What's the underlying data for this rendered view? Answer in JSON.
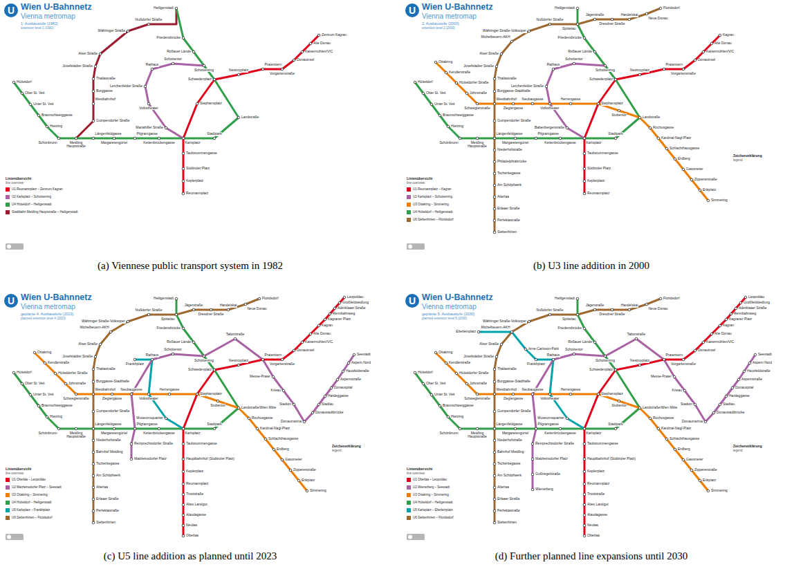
{
  "diagram": {
    "nodes": [
      {
        "text": [
          "Wien U-Bahnnetz",
          "Vienna metromap",
          "1. Ausbaustufe (1982)",
          "extension level 1 (1982)",
          "(a) Viennese public transport system in 1982"
        ]
      },
      {
        "text": [
          "U"
        ],
        "in": 0
      },
      {
        "text": [
          "Wien U-Bahnnetz",
          "Vienna metromap",
          "2. Ausbaustufe (2000)",
          "extension level 2 (2000)",
          "(b) U3 line addition in 2000"
        ]
      },
      {
        "text": [
          "U"
        ],
        "in": 2
      },
      {
        "text": [
          "Wien U-Bahnnetz",
          "Vienna metromap",
          "geplante 4. Ausbaustufe (2023)",
          "planned extension level 4 (2023)",
          "(c) U5 line addition as planned until 2023"
        ]
      },
      {
        "text": [
          "U"
        ],
        "in": 4
      },
      {
        "text": [
          "Wien U-Bahnnetz",
          "Vienna metromap",
          "geplante 5. Ausbaustufe (2030)",
          "planned extension level 5 (2030)",
          "(d) Further planned line expansions until 2030"
        ]
      },
      {
        "text": [
          "U"
        ],
        "in": 6
      }
    ],
    "labels": [
      "Hütteldorf",
      "Ober St. Veit",
      "Unter St. Veit",
      "Braunschweiggasse",
      "Hietzing",
      "Schönbrunn",
      "Meidling Hauptstraße",
      "Längenfeldgasse",
      "Margaretengürtel",
      "Pilgramgasse",
      "Kettenbrückengasse",
      "Karlsplatz",
      "Stadtpark",
      "Landstraße",
      "Schwedenplatz",
      "Schottenring",
      "Roßauer Lände",
      "Friedensbrücke",
      "Heiligenstadt",
      "Stephansplatz",
      "Nestroyplatz",
      "Praterstern",
      "Vorgartenstraße",
      "Donauinsel",
      "Kaisermühlen/VIC",
      "Alte Donau",
      "Zentrum Kagran",
      "Taubstummengasse",
      "Südtiroler Platz",
      "Keplerplatz",
      "Reumannplatz",
      "Mariahilfer Straße",
      "Volkstheater",
      "Lerchenfelder Straße",
      "Rathaus",
      "Schottentor",
      "Westbahnhof",
      "Nußdorfer Straße",
      "Währinger Straße",
      "Alser Straße",
      "Josefstädter Straße",
      "Thaliastraße",
      "Burggasse",
      "Gumpendorfer Straße",
      "Linienübersicht",
      "line overview",
      "Hütteldorf",
      "Ober St. Veit",
      "Unter St. Veit",
      "Braunschweiggasse",
      "Hietzing",
      "Schönbrunn",
      "Meidling Hauptstraße",
      "Längenfeldgasse",
      "Margaretengürtel",
      "Pilgramgasse",
      "Kettenbrückengasse",
      "Karlsplatz",
      "Stadtpark",
      "Landstraße",
      "Schwedenplatz",
      "Schottenring",
      "Roßauer Lände",
      "Friedensbrücke",
      "Spittelau",
      "Heiligenstadt",
      "Stephansplatz",
      "Nestroyplatz",
      "Praterstern",
      "Vorgartenstraße",
      "Donauinsel",
      "Kaisermühlen/VIC",
      "Alte Donau",
      "Kagran",
      "Taubstummengasse",
      "Südtiroler Platz",
      "Keplerplatz",
      "Reumannplatz",
      "Babenbergerstraße",
      "Volkstheater",
      "Lerchenfelder Straße",
      "Rathaus",
      "Schottentor",
      "Ottakring",
      "Kendlerstraße",
      "Hütteldorfer Straße",
      "Johnstraße",
      "Schweglerstraße",
      "Westbahnhof",
      "Zieglergasse",
      "Neubaugasse",
      "Herrengasse",
      "Stubentor",
      "Rochusgasse",
      "Kardinal-Nagl-Platz",
      "Schlachthausgasse",
      "Erdberg",
      "Gasometer",
      "Zippererstraße",
      "Enkplatz",
      "Simmering",
      "Nußdorfer Straße",
      "Währinger Straße-Volksoper",
      "Michelbeuern-AKH",
      "Alser Straße",
      "Josefstädter Straße",
      "Thaliastraße",
      "Burggasse-Stadthalle",
      "Gumpendorfer Straße",
      "Niederhofstraße",
      "Philadelphiabrücke",
      "Tscherttegasse",
      "Am Schöpfwerk",
      "Alterlaa",
      "Erlaaer Straße",
      "Perfektastraße",
      "Siebenhirten",
      "Jägerstraße",
      "Dresdner Straße",
      "Handelskai",
      "Neue Donau",
      "Floridsdorf",
      "Linienübersicht",
      "line overview",
      "Zeichenerklärung",
      "legend",
      "Hütteldorf",
      "Ober St. Veit",
      "Unter St. Veit",
      "Braunschweiggasse",
      "Hietzing",
      "Schönbrunn",
      "Meidling Hauptstraße",
      "Längenfeldgasse",
      "Margaretengürtel",
      "Pilgramgasse",
      "Kettenbrückengasse",
      "Karlsplatz",
      "Stadtpark",
      "Landstraße/Wien Mitte",
      "Schwedenplatz",
      "Schottenring",
      "Roßauer Lände",
      "Friedensbrücke",
      "Spittelau",
      "Heiligenstadt",
      "Stephansplatz",
      "Nestroyplatz",
      "Praterstern",
      "Vorgartenstraße",
      "Donauinsel",
      "Kaisermühlen/VIC",
      "Alte Donau",
      "Kagran",
      "Kagraner Platz",
      "Rennbahnweg",
      "Aderklaaer Straße",
      "Großfeldsiedlung",
      "Leopoldau",
      "Taubstummengasse",
      "Hauptbahnhof (Südtiroler Platz)",
      "Keplerplatz",
      "Reumannplatz",
      "Troststraße",
      "Altes Landgut",
      "Alaudagasse",
      "Neulaa",
      "Oberlaa",
      "Museumsquartier",
      "Volkstheater",
      "Rathaus",
      "Schottentor",
      "Taborstraße",
      "Messe-Prater",
      "Krieau",
      "Stadion",
      "Donaumarina",
      "Donaustadtbrücke",
      "Stadlau",
      "Hardeggasse",
      "Donauspital",
      "Aspernstraße",
      "Hausfeldstraße",
      "Aspern Nord",
      "Seestadt",
      "Ottakring",
      "Kendlerstraße",
      "Hütteldorfer Straße",
      "Johnstraße",
      "Schweglerstraße",
      "Westbahnhof",
      "Zieglergasse",
      "Neubaugasse",
      "Herrengasse",
      "Stubentor",
      "Rochusgasse",
      "Kardinal-Nagl-Platz",
      "Schlachthausgasse",
      "Erdberg",
      "Gasometer",
      "Zippererstraße",
      "Enkplatz",
      "Simmering",
      "Nußdorfer Straße",
      "Währinger Straße-Volksoper",
      "Michelbeuern-AKH",
      "Alser Straße",
      "Josefstädter Straße",
      "Thaliastraße",
      "Burggasse-Stadthalle",
      "Gumpendorfer Straße",
      "Niederhofstraße",
      "Bahnhof Meidling",
      "Tscherttegasse",
      "Am Schöpfwerk",
      "Alterlaa",
      "Erlaaer Straße",
      "Perfektastraße",
      "Siebenhirten",
      "Jägerstraße",
      "Dresdner Straße",
      "Handelskai",
      "Neue Donau",
      "Floridsdorf",
      "Frankhplatz",
      "Reinprechtsdorfer Straße",
      "Matzleinsdorfer Platz",
      "Linienübersicht",
      "line overview",
      "Zeichenerklärung",
      "legend",
      "Hütteldorf",
      "Ober St. Veit",
      "Unter St. Veit",
      "Braunschweiggasse",
      "Hietzing",
      "Schönbrunn",
      "Meidling Hauptstraße",
      "Längenfeldgasse",
      "Margaretengürtel",
      "Pilgramgasse",
      "Kettenbrückengasse",
      "Karlsplatz",
      "Stadtpark",
      "Landstraße/Wien Mitte",
      "Schwedenplatz",
      "Schottenring",
      "Roßauer Lände",
      "Friedensbrücke",
      "Spittelau",
      "Heiligenstadt",
      "Stephansplatz",
      "Nestroyplatz",
      "Praterstern",
      "Vorgartenstraße",
      "Donauinsel",
      "Kaisermühlen/VIC",
      "Alte Donau",
      "Kagran",
      "Kagraner Platz",
      "Rennbahnweg",
      "Aderklaaer Straße",
      "Großfeldsiedlung",
      "Leopoldau",
      "Taubstummengasse",
      "Hauptbahnhof (Südtiroler Platz)",
      "Keplerplatz",
      "Reumannplatz",
      "Troststraße",
      "Altes Landgut",
      "Alaudagasse",
      "Neulaa",
      "Oberlaa",
      "Museumsquartier",
      "Volkstheater",
      "Rathaus",
      "Schottentor",
      "Taborstraße",
      "Messe-Prater",
      "Krieau",
      "Stadion",
      "Donaumarina",
      "Donaustadtbrücke",
      "Stadlau",
      "Hardeggasse",
      "Donauspital",
      "Aspernstraße",
      "Hausfeldstraße",
      "Aspern Nord",
      "Seestadt",
      "Ottakring",
      "Kendlerstraße",
      "Hütteldorfer Straße",
      "Johnstraße",
      "Schweglerstraße",
      "Westbahnhof",
      "Zieglergasse",
      "Neubaugasse",
      "Herrengasse",
      "Stubentor",
      "Rochusgasse",
      "Kardinal-Nagl-Platz",
      "Schlachthausgasse",
      "Erdberg",
      "Gasometer",
      "Zippererstraße",
      "Enkplatz",
      "Simmering",
      "Nußdorfer Straße",
      "Währinger Straße-Volksoper",
      "Michelbeuern-AKH",
      "Alser Straße",
      "Josefstädter Straße",
      "Thaliastraße",
      "Burggasse-Stadthalle",
      "Gumpendorfer Straße",
      "Niederhofstraße",
      "Bahnhof Meidling",
      "Tscherttegasse",
      "Am Schöpfwerk",
      "Alterlaa",
      "Erlaaer Straße",
      "Perfektastraße",
      "Siebenhirten",
      "Jägerstraße",
      "Dresdner Straße",
      "Handelskai",
      "Neue Donau",
      "Floridsdorf",
      "Frankhplatz",
      "Arne-Carlsson-Park",
      "Elterleinplatz",
      "Reinprechtsdorfer Straße",
      "Matzleinsdorfer Platz",
      "Gußriegelstraße",
      "Wienerberg",
      "Linienübersicht",
      "line overview",
      "Zeichenerklärung",
      "legend"
    ],
    "legend": [
      {
        "text": "U1 Reumannplatz – Zentrum Kagran",
        "color": "#e2001a"
      },
      {
        "text": "U2 Karlsplatz – Schottenring",
        "color": "#a862a4"
      },
      {
        "text": "U4 Hütteldorf – Heiligenstadt",
        "color": "#319f49"
      },
      {
        "text": "Stadtbahn Meidling Hauptstraße – Heiligenstadt",
        "color": "#9b1b30"
      },
      {
        "text": "U1 Reumannplatz – Kagran",
        "color": "#e2001a"
      },
      {
        "text": "U2 Karlsplatz – Schottenring",
        "color": "#a862a4"
      },
      {
        "text": "U3 Ottakring – Simmering",
        "color": "#ee7d00"
      },
      {
        "text": "U4 Hütteldorf – Heiligenstadt",
        "color": "#319f49"
      },
      {
        "text": "U6 Siebenhirten – Floridsdorf",
        "color": "#9d6930"
      },
      {
        "text": "U1 Oberlaa – Leopoldau",
        "color": "#e2001a"
      },
      {
        "text": "U2 Matzleinsdorfer Platz – Seestadt",
        "color": "#a862a4"
      },
      {
        "text": "U3 Ottakring – Simmering",
        "color": "#ee7d00"
      },
      {
        "text": "U4 Hütteldorf – Heiligenstadt",
        "color": "#319f49"
      },
      {
        "text": "U5 Karlsplatz – Frankhplatz",
        "color": "#00a3a9"
      },
      {
        "text": "U6 Siebenhirten – Floridsdorf",
        "color": "#9d6930"
      },
      {
        "text": "U1 Oberlaa – Leopoldau",
        "color": "#e2001a"
      },
      {
        "text": "U2 Wienerberg – Seestadt",
        "color": "#a862a4"
      },
      {
        "text": "U3 Ottakring – Simmering",
        "color": "#ee7d00"
      },
      {
        "text": "U4 Hütteldorf – Heiligenstadt",
        "color": "#319f49"
      },
      {
        "text": "U5 Karlsplatz – Elterleinplatz",
        "color": "#00a3a9"
      },
      {
        "text": "U6 Siebenhirten – Floridsdorf",
        "color": "#9d6930"
      }
    ]
  }
}
